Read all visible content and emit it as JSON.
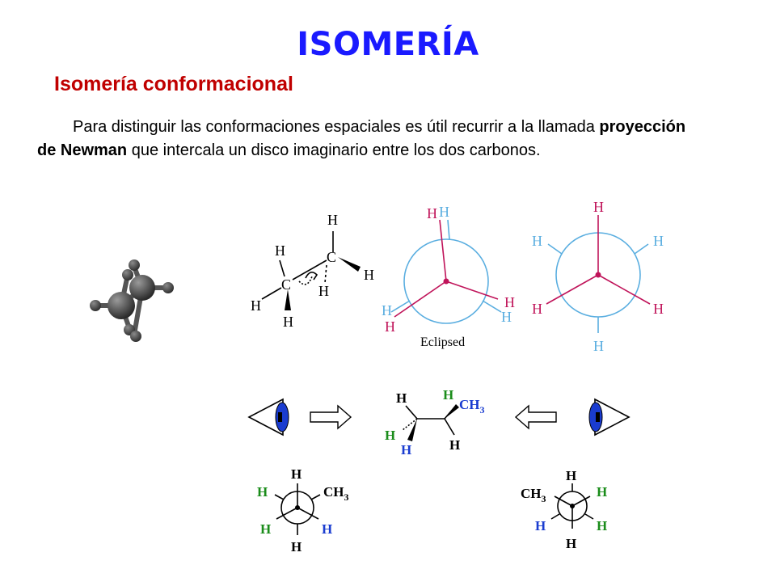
{
  "page": {
    "title": "ISOMERÍA",
    "subtitle": "Isomería conformacional",
    "paragraph": {
      "part1": "Para distinguir las conformaciones espaciales es útil recurrir a la llamada ",
      "bold": "proyección de Newman",
      "part2": " que intercala un disco imaginario entre los dos carbonos."
    }
  },
  "figures": {
    "sawhorse": {
      "atom_C": "C",
      "atom_H": "H"
    },
    "eclipsed": {
      "label": "Eclipsed",
      "atom_H": "H"
    },
    "staggered": {
      "atom_H": "H"
    },
    "propane": {
      "atom_H": "H",
      "group_CH": "CH",
      "subscript_3": "3"
    }
  },
  "colors": {
    "title": "#1a1aff",
    "subtitle": "#c00000",
    "front_bonds": "#c0145a",
    "back_bonds": "#5aaee0",
    "green_H": "#1a8c1a",
    "blue_H": "#1a3cd0",
    "eye": "#1a3cd0"
  }
}
